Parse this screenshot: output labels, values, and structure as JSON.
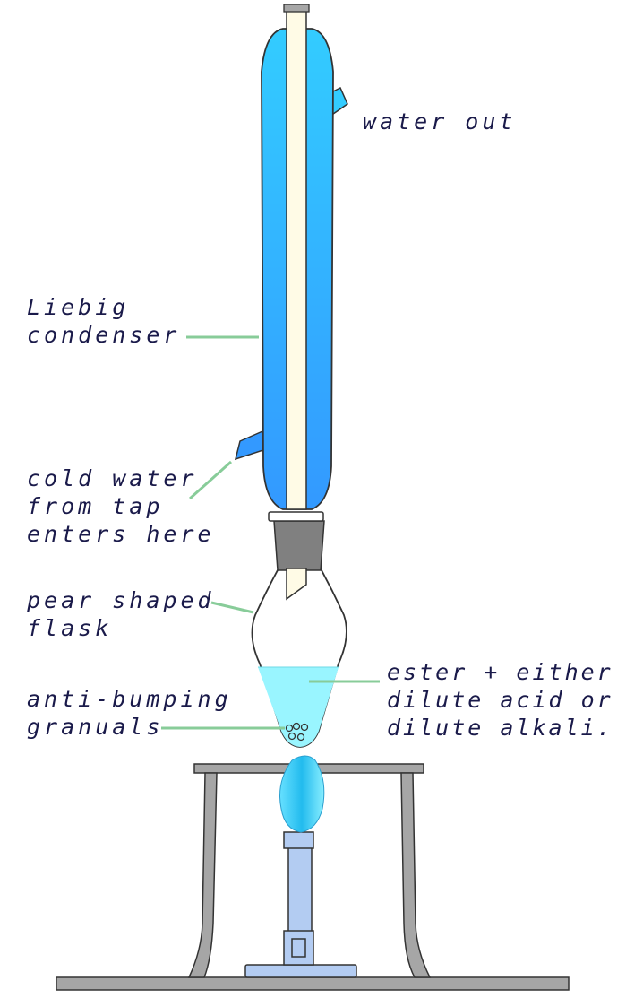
{
  "labels": {
    "water_out": "water out",
    "condenser": [
      "Liebig",
      "condenser"
    ],
    "cold_water": [
      "cold water",
      "from tap",
      "enters here"
    ],
    "flask": [
      "pear shaped",
      "flask"
    ],
    "mixture": [
      "ester + either",
      "dilute acid or",
      "dilute alkali."
    ],
    "granules": [
      "anti-bumping",
      "granuals"
    ]
  },
  "colors": {
    "condenser_water_top": "#33ccff",
    "condenser_water_bottom": "#3399ff",
    "inner_tube": "#fffbe6",
    "stopper": "#808080",
    "liquid": "#99f5ff",
    "flame": "#33ccee",
    "burner": "#b3ccf2",
    "tripod": "#a6a6a6",
    "leader_line": "#88cc99",
    "text": "#1a1a4a"
  },
  "icons": [
    "liebig-condenser",
    "pear-shaped-flask",
    "stopper",
    "bunsen-burner",
    "flame",
    "tripod",
    "bench"
  ]
}
